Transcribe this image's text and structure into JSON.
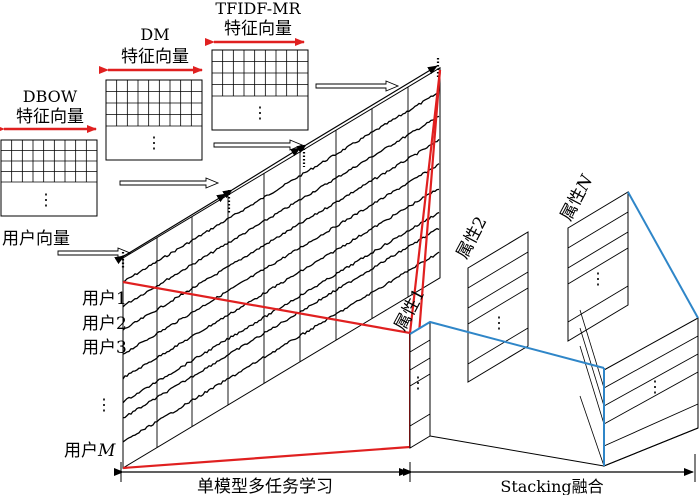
{
  "feature_blocks": {
    "dbow": {
      "title": "DBOW",
      "subtitle": "特征向量",
      "ellipsis": "⋮"
    },
    "dm": {
      "title": "DM",
      "subtitle": "特征向量",
      "ellipsis": "⋮"
    },
    "tfidf": {
      "title": "TFIDF-MR",
      "subtitle": "特征向量",
      "ellipsis": "⋮"
    }
  },
  "user_vector_label": "用户向量",
  "users": {
    "items": [
      "用户1",
      "用户2",
      "用户3"
    ],
    "dots": "⋮",
    "last_prefix": "用户",
    "last_var": "M"
  },
  "attributes": {
    "first": "属性1",
    "second": "属性2",
    "last_prefix": "属性",
    "last_var": "N",
    "dots": "⋮"
  },
  "stages": {
    "single_model": "单模型多任务学习",
    "stacking": "Stacking融合"
  },
  "colors": {
    "red": "#e02020",
    "blue": "#2f86c8",
    "black": "#000000"
  }
}
